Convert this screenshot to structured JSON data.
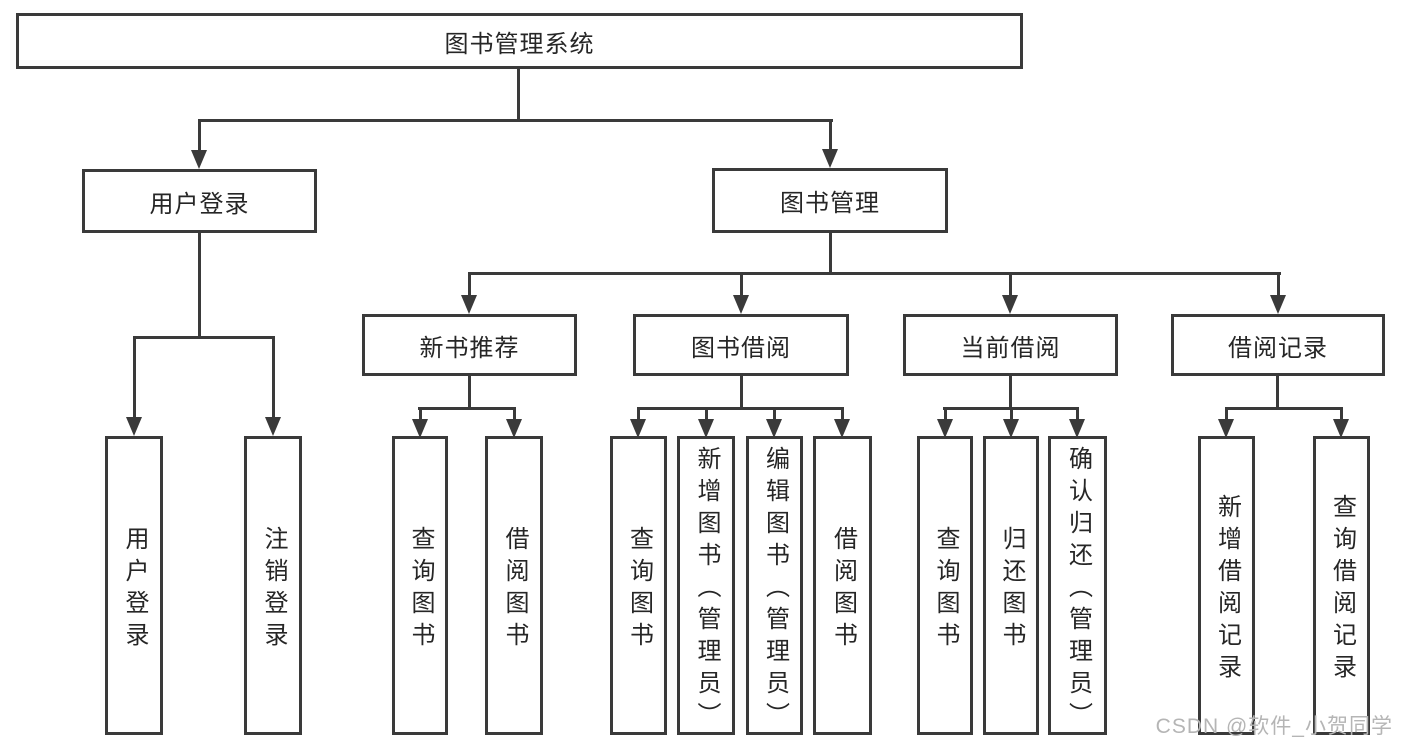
{
  "title": "图书管理系统",
  "level2": [
    {
      "label": "用户登录",
      "children": [
        "用户登录",
        "注销登录"
      ]
    },
    {
      "label": "图书管理"
    }
  ],
  "level3": [
    {
      "label": "新书推荐",
      "children": [
        "查询图书",
        "借阅图书"
      ]
    },
    {
      "label": "图书借阅",
      "children": [
        "查询图书",
        "新增图书（管理员）",
        "编辑图书（管理员）",
        "借阅图书"
      ]
    },
    {
      "label": "当前借阅",
      "children": [
        "查询图书",
        "归还图书",
        "确认归还（管理员）"
      ]
    },
    {
      "label": "借阅记录",
      "children": [
        "新增借阅记录",
        "查询借阅记录"
      ]
    }
  ],
  "watermark": "CSDN @软件_小贺同学",
  "colors": {
    "line": "#3a3a3a",
    "text": "#262626",
    "watermark": "#b5b5b5"
  }
}
